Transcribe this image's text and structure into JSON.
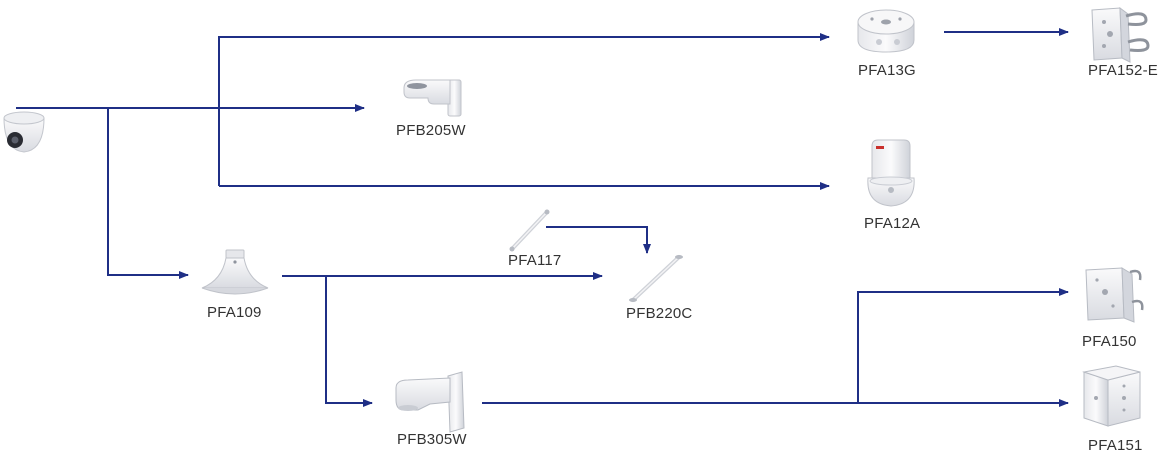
{
  "colors": {
    "connector": "#1f2f86",
    "device_fill": "#f2f2f4",
    "device_shade": "#d6d8de",
    "device_edge": "#b9bcc4",
    "text": "#333333"
  },
  "nodes": {
    "camera": {
      "label": "",
      "icon": "dome-camera-icon"
    },
    "pfb205w": {
      "label": "PFB205W",
      "icon": "wall-mount-bracket-icon"
    },
    "pfa13g": {
      "label": "PFA13G",
      "icon": "junction-box-icon"
    },
    "pfa152e": {
      "label": "PFA152-E",
      "icon": "pole-mount-clamp-icon"
    },
    "pfa12a": {
      "label": "PFA12A",
      "icon": "wall-mount-adapter-icon"
    },
    "pfa117": {
      "label": "PFA117",
      "icon": "extension-pole-icon"
    },
    "pfb220c": {
      "label": "PFB220C",
      "icon": "ceiling-pole-mount-icon"
    },
    "pfa109": {
      "label": "PFA109",
      "icon": "pendant-mount-icon"
    },
    "pfb305w": {
      "label": "PFB305W",
      "icon": "wall-arm-bracket-icon"
    },
    "pfa150": {
      "label": "PFA150",
      "icon": "pole-mount-adapter-icon"
    },
    "pfa151": {
      "label": "PFA151",
      "icon": "corner-mount-adapter-icon"
    }
  },
  "connections": [
    {
      "from": "camera",
      "to": "pfb205w"
    },
    {
      "from": "camera",
      "to": "pfa13g"
    },
    {
      "from": "camera",
      "to": "pfa12a"
    },
    {
      "from": "camera",
      "to": "pfa109"
    },
    {
      "from": "pfa13g",
      "to": "pfa152e"
    },
    {
      "from": "pfa117",
      "to": "pfb220c"
    },
    {
      "from": "pfa109",
      "to": "pfb220c"
    },
    {
      "from": "pfa109",
      "to": "pfb305w"
    },
    {
      "from": "pfb305w",
      "to": "pfa150"
    },
    {
      "from": "pfb305w",
      "to": "pfa151"
    }
  ]
}
